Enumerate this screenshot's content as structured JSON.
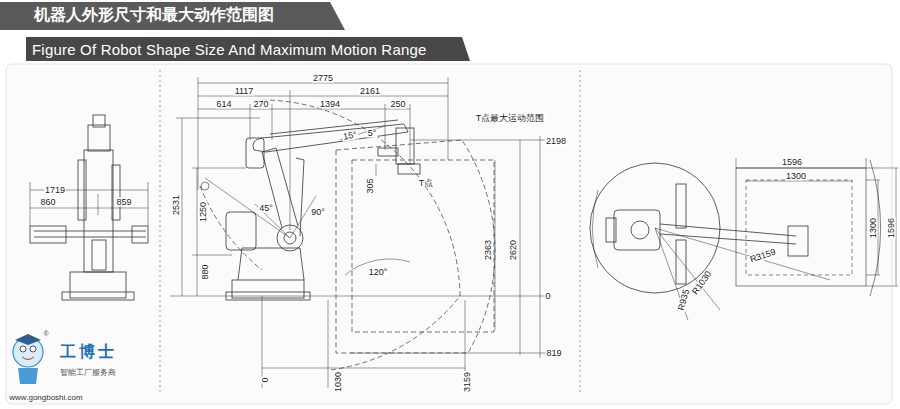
{
  "diagram": {
    "title": "机器人外形尺寸和最大动作范围图",
    "labels": [
      "Figure Of Robot Shape Size And Maximum Motion Range",
      "1719",
      "860",
      "859",
      "2775",
      "1117",
      "2161",
      "614",
      "270",
      "1394",
      "250",
      "15°",
      "5°",
      "T点最大运动范围",
      "2198",
      "2531",
      "1250",
      "305",
      "T点",
      "45°",
      "90°",
      "880",
      "2363",
      "2620",
      "120°",
      "0",
      "819",
      "0",
      "1030",
      "3159",
      "1596",
      "1300",
      "1300",
      "1596",
      "R1030",
      "R935",
      "R3159",
      "®",
      "工博士",
      "智能工厂服务商",
      "www.gongboshi.com"
    ]
  }
}
